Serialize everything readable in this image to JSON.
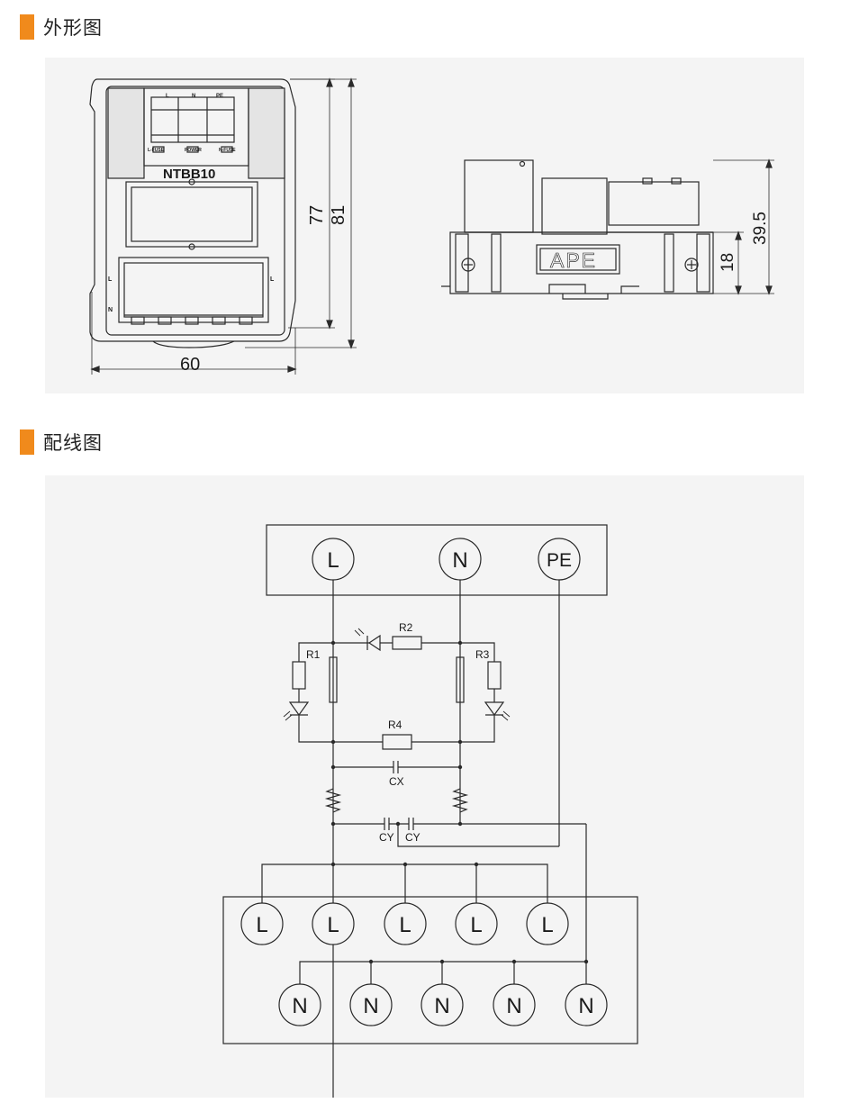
{
  "colors": {
    "accent": "#f08a1c",
    "panel": "#f4f4f4",
    "line": "#2a2a2a"
  },
  "sections": [
    {
      "title": "外形图"
    },
    {
      "title": "配线图"
    }
  ],
  "outline": {
    "model": "NTBB10",
    "top_labels": [
      "L",
      "N",
      "PE"
    ],
    "indicator_labels": [
      "L-FUSE",
      "POWER",
      "N-FUSE"
    ],
    "side_labels": [
      "L",
      "N"
    ],
    "dims": {
      "width": "60",
      "inner_height": "77",
      "outer_height": "81",
      "side_height": "39.5",
      "rail_height": "18"
    },
    "brand": "APE"
  },
  "wiring": {
    "top_terminals": [
      "L",
      "N",
      "PE"
    ],
    "components": {
      "r1": "R1",
      "r2": "R2",
      "r3": "R3",
      "r4": "R4",
      "cx": "CX",
      "cy1": "CY",
      "cy2": "CY"
    },
    "l_terminals": [
      "L",
      "L",
      "L",
      "L",
      "L"
    ],
    "n_terminals": [
      "N",
      "N",
      "N",
      "N",
      "N"
    ]
  }
}
